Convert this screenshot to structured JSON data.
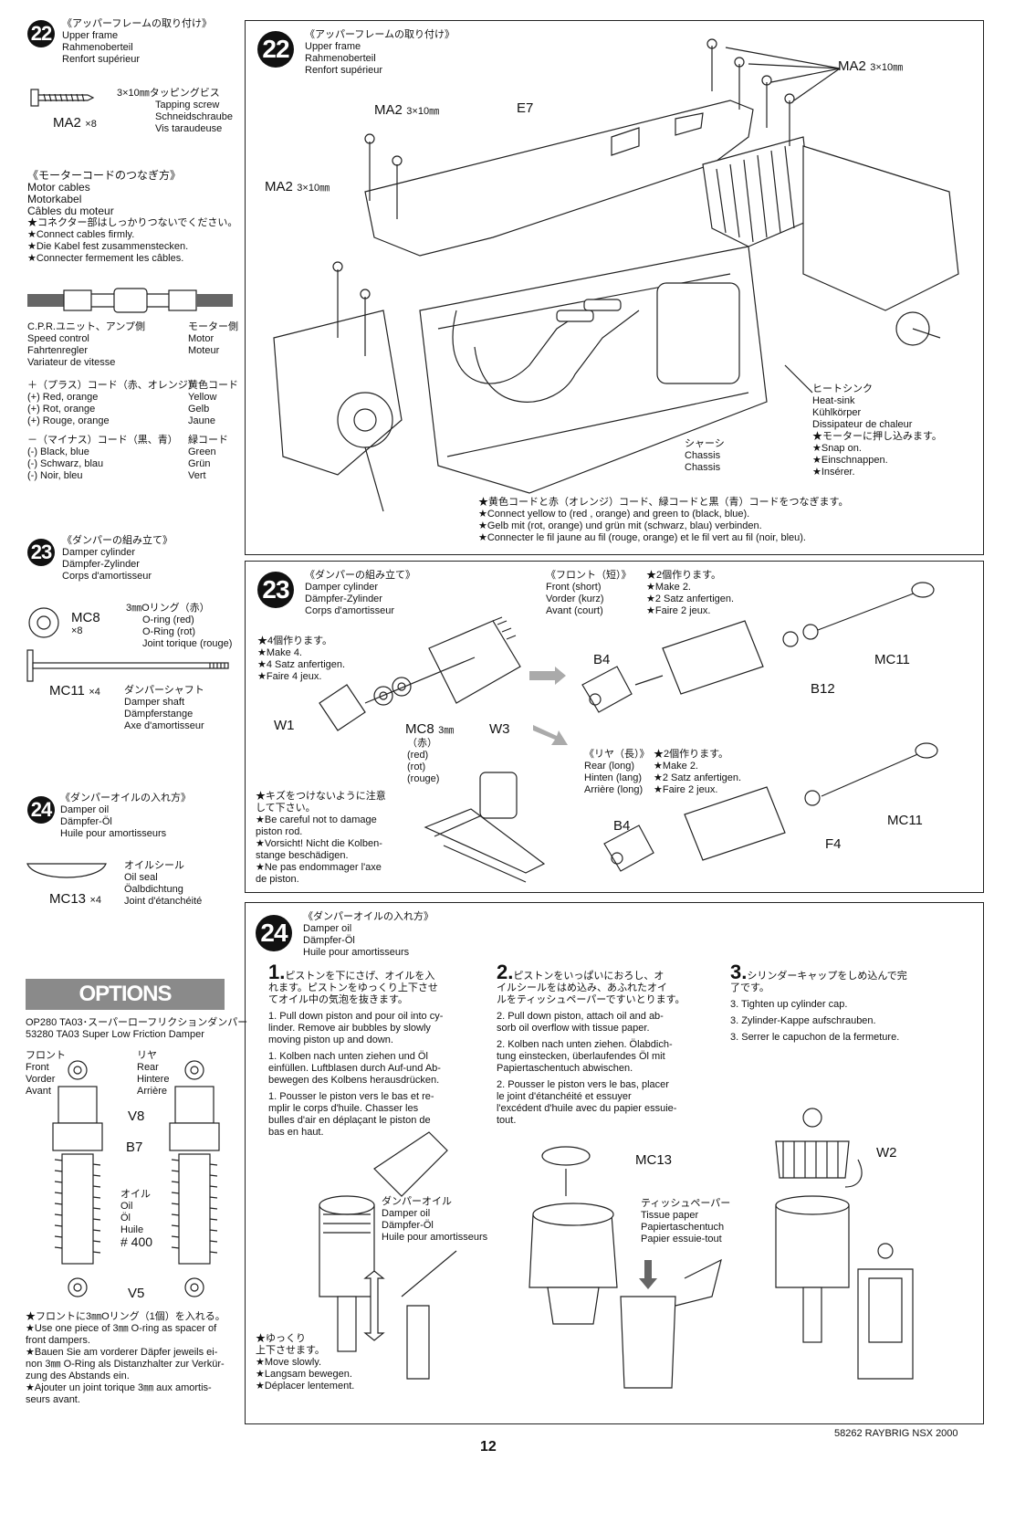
{
  "left": {
    "s22": {
      "num": "22",
      "jp": "《アッパーフレームの取り付け》",
      "en": "Upper frame",
      "de": "Rahmenoberteil",
      "fr": "Renfort supérieur",
      "screw_jp": "3×10㎜タッピングビス",
      "screw_en": "Tapping screw",
      "screw_de": "Schneidschraube",
      "screw_fr": "Vis taraudeuse",
      "part": "MA2",
      "qty": "×8"
    },
    "motor": {
      "jp": "《モーターコードのつなぎ方》",
      "en": "Motor cables",
      "de": "Motorkabel",
      "fr": "Câbles du moteur",
      "n1": "★コネクター部はしっかりつないでください。",
      "n2": "★Connect cables firmly.",
      "n3": "★Die Kabel fest zusammenstecken.",
      "n4": "★Connecter fermement les câbles.",
      "left_jp": "C.P.R.ユニット、アンプ側",
      "left_en": "Speed control",
      "left_de": "Fahrtenregler",
      "left_fr": "Variateur de vitesse",
      "right_jp": "モーター側",
      "right_en": "Motor",
      "right_fr": "Moteur",
      "plus_jp": "＋（プラス）コード（赤、オレンジ）",
      "plus_en": "(+) Red, orange",
      "plus_de": "(+) Rot, orange",
      "plus_fr": "(+) Rouge, orange",
      "yellow_jp": "黄色コード",
      "yellow_en": "Yellow",
      "yellow_de": "Gelb",
      "yellow_fr": "Jaune",
      "minus_jp": "－（マイナス）コード（黒、青）",
      "minus_en": "(-) Black, blue",
      "minus_de": "(-) Schwarz, blau",
      "minus_fr": "(-) Noir, bleu",
      "green_jp": "緑コード",
      "green_en": "Green",
      "green_de": "Grün",
      "green_fr": "Vert"
    },
    "s23": {
      "num": "23",
      "jp": "《ダンパーの組み立て》",
      "en": "Damper cylinder",
      "de": "Dämpfer-Zylinder",
      "fr": "Corps d'amortisseur",
      "mc8": "MC8",
      "mc8_qty": "×8",
      "oring_jp": "3㎜Oリング（赤）",
      "oring_en": "O-ring (red)",
      "oring_de": "O-Ring (rot)",
      "oring_fr": "Joint torique (rouge)",
      "mc11": "MC11",
      "mc11_qty": "×4",
      "shaft_jp": "ダンパーシャフト",
      "shaft_en": "Damper shaft",
      "shaft_de": "Dämpferstange",
      "shaft_fr": "Axe d'amortisseur"
    },
    "s24": {
      "num": "24",
      "jp": "《ダンパーオイルの入れ方》",
      "en": "Damper oil",
      "de": "Dämpfer-Öl",
      "fr": "Huile pour amortisseurs",
      "seal_jp": "オイルシール",
      "seal_en": "Oil seal",
      "seal_de": "Öalbdichtung",
      "seal_fr": "Joint d'étanchéité",
      "mc13": "MC13",
      "mc13_qty": "×4"
    },
    "options": {
      "title": "OPTIONS",
      "l1": "OP280 TA03･スーパーローフリクションダンパー",
      "l2": "53280 TA03 Super Low Friction Damper",
      "front_jp": "フロント",
      "front_en": "Front",
      "front_de": "Vorder",
      "front_fr": "Avant",
      "rear_jp": "リヤ",
      "rear_en": "Rear",
      "rear_de": "Hintere",
      "rear_fr": "Arrière",
      "v8": "V8",
      "b7": "B7",
      "oil_jp": "オイル",
      "oil_en": "Oil",
      "oil_de": "Öl",
      "oil_fr": "Huile",
      "oil_no": "# 400",
      "v5": "V5",
      "n1": "★フロントに3㎜Oリング（1個）を入れる。",
      "n2": "★Use one piece of 3㎜ O-ring as spacer of",
      "n3": "front dampers.",
      "n4": "★Bauen Sie am vorderer Däpfer jeweils ei-",
      "n5": "non 3㎜ O-Ring als Distanzhalter zur Verkür-",
      "n6": "zung des Abstands ein.",
      "n7": "★Ajouter un joint torique 3㎜ aux amortis-",
      "n8": "seurs avant."
    }
  },
  "main22": {
    "num": "22",
    "jp": "《アッパーフレームの取り付け》",
    "en": "Upper frame",
    "de": "Rahmenoberteil",
    "fr": "Renfort supérieur",
    "ma2a": "MA2",
    "ma2a_size": "3×10㎜",
    "ma2b": "MA2",
    "ma2b_size": "3×10㎜",
    "ma2c": "MA2",
    "ma2c_size": "3×10㎜",
    "e7": "E7",
    "hs_jp": "ヒートシンク",
    "hs_en": "Heat-sink",
    "hs_de": "Kühlkörper",
    "hs_fr": "Dissipateur de chaleur",
    "hs_n1": "★モーターに押し込みます。",
    "hs_n2": "★Snap on.",
    "hs_n3": "★Einschnappen.",
    "hs_n4": "★Insérer.",
    "ch_jp": "シャーシ",
    "ch_en": "Chassis",
    "ch_de": "Chassis",
    "c1": "★黄色コードと赤（オレンジ）コード、緑コードと黒（青）コードをつなぎます。",
    "c2": "★Connect yellow to (red , orange) and green to (black, blue).",
    "c3": "★Gelb mit (rot, orange) und grün mit (schwarz, blau) verbinden.",
    "c4": "★Connecter le fil jaune au fil (rouge, orange) et le fil vert au fil (noir, bleu)."
  },
  "main23": {
    "num": "23",
    "jp": "《ダンパーの組み立て》",
    "en": "Damper cylinder",
    "de": "Dämpfer-Zylinder",
    "fr": "Corps d'amortisseur",
    "make_jp": "★4個作ります。",
    "make_en": "★Make 4.",
    "make_de": "★4 Satz anfertigen.",
    "make_fr": "★Faire 4 jeux.",
    "w1": "W1",
    "mc8": "MC8",
    "mc8_size": "3㎜",
    "mc8_jp": "（赤）",
    "mc8_en": "(red)",
    "mc8_de": "(rot)",
    "mc8_fr": "(rouge)",
    "w3": "W3",
    "front_jp": "《フロント（短）》",
    "front_en": "Front (short)",
    "front_de": "Vorder (kurz)",
    "front_fr": "Avant (court)",
    "f_make_jp": "★2個作ります。",
    "f_make_en": "★Make 2.",
    "f_make_de": "★2 Satz anfertigen.",
    "f_make_fr": "★Faire 2 jeux.",
    "b4a": "B4",
    "b12": "B12",
    "mc11a": "MC11",
    "rear_jp": "《リヤ（長）》",
    "rear_en": "Rear (long)",
    "rear_de": "Hinten (lang)",
    "rear_fr": "Arrière (long)",
    "r_make_jp": "★2個作ります。",
    "r_make_en": "★Make 2.",
    "r_make_de": "★2 Satz anfertigen.",
    "r_make_fr": "★Faire 2 jeux.",
    "b4b": "B4",
    "f4": "F4",
    "mc11b": "MC11",
    "d1": "★キズをつけないように注意",
    "d2": "して下さい。",
    "d3": "★Be careful not to damage",
    "d4": "piston rod.",
    "d5": "★Vorsicht! Nicht die Kolben-",
    "d6": "stange beschädigen.",
    "d7": "★Ne pas endommager l'axe",
    "d8": "de piston."
  },
  "main24": {
    "num": "24",
    "jp": "《ダンパーオイルの入れ方》",
    "en": "Damper oil",
    "de": "Dämpfer-Öl",
    "fr": "Huile pour amortisseurs",
    "s1_num": "1.",
    "s1_jp1": "ピストンを下にさげ、オイルを入",
    "s1_jp2": "れます。ピストンをゆっくり上下させ",
    "s1_jp3": "てオイル中の気泡を抜きます。",
    "s1_en1": "1. Pull down piston and pour oil into cy-",
    "s1_en2": "linder. Remove air bubbles by slowly",
    "s1_en3": "moving piston up and down.",
    "s1_de1": "1. Kolben nach unten ziehen und Öl",
    "s1_de2": "einfüllen. Luftblasen durch Auf-und Ab-",
    "s1_de3": "bewegen des Kolbens herausdrücken.",
    "s1_fr1": "1. Pousser le piston vers le bas et re-",
    "s1_fr2": "mplir le corps d'huile. Chasser les",
    "s1_fr3": "bulles d'air en déplaçant le piston de",
    "s1_fr4": "bas en haut.",
    "s2_num": "2.",
    "s2_jp1": "ピストンをいっぱいにおろし、オ",
    "s2_jp2": "イルシールをはめ込み、あふれたオイ",
    "s2_jp3": "ルをティッシュペーパーですいとります。",
    "s2_en1": "2. Pull down piston, attach oil and ab-",
    "s2_en2": "sorb oil overflow with tissue paper.",
    "s2_de1": "2. Kolben nach unten ziehen. Ölabdich-",
    "s2_de2": "tung einstecken, überlaufendes Öl mit",
    "s2_de3": "Papiertaschentuch abwischen.",
    "s2_fr1": "2. Pousser le piston vers le bas, placer",
    "s2_fr2": "le joint d'étanchéité et essuyer",
    "s2_fr3": "l'excédent d'huile avec du papier essuie-",
    "s2_fr4": "tout.",
    "s3_num": "3.",
    "s3_jp1": "シリンダーキャップをしめ込んで完",
    "s3_jp2": "了です。",
    "s3_en": "3. Tighten up cylinder cap.",
    "s3_de": "3. Zylinder-Kappe aufschrauben.",
    "s3_fr": "3. Serrer le capuchon de la fermeture.",
    "oil_jp": "ダンパーオイル",
    "oil_en": "Damper oil",
    "oil_de": "Dämpfer-Öl",
    "oil_fr": "Huile pour amortisseurs",
    "slow_jp1": "★ゆっくり",
    "slow_jp2": "上下させます。",
    "slow_en": "★Move slowly.",
    "slow_de": "★Langsam bewegen.",
    "slow_fr": "★Déplacer lentement.",
    "mc13": "MC13",
    "tissue_jp": "ティッシュペーパー",
    "tissue_en": "Tissue paper",
    "tissue_de": "Papiertaschentuch",
    "tissue_fr": "Papier essuie-tout",
    "w2": "W2"
  },
  "footer": {
    "page": "12",
    "model": "58262 RAYBRIG NSX 2000"
  }
}
